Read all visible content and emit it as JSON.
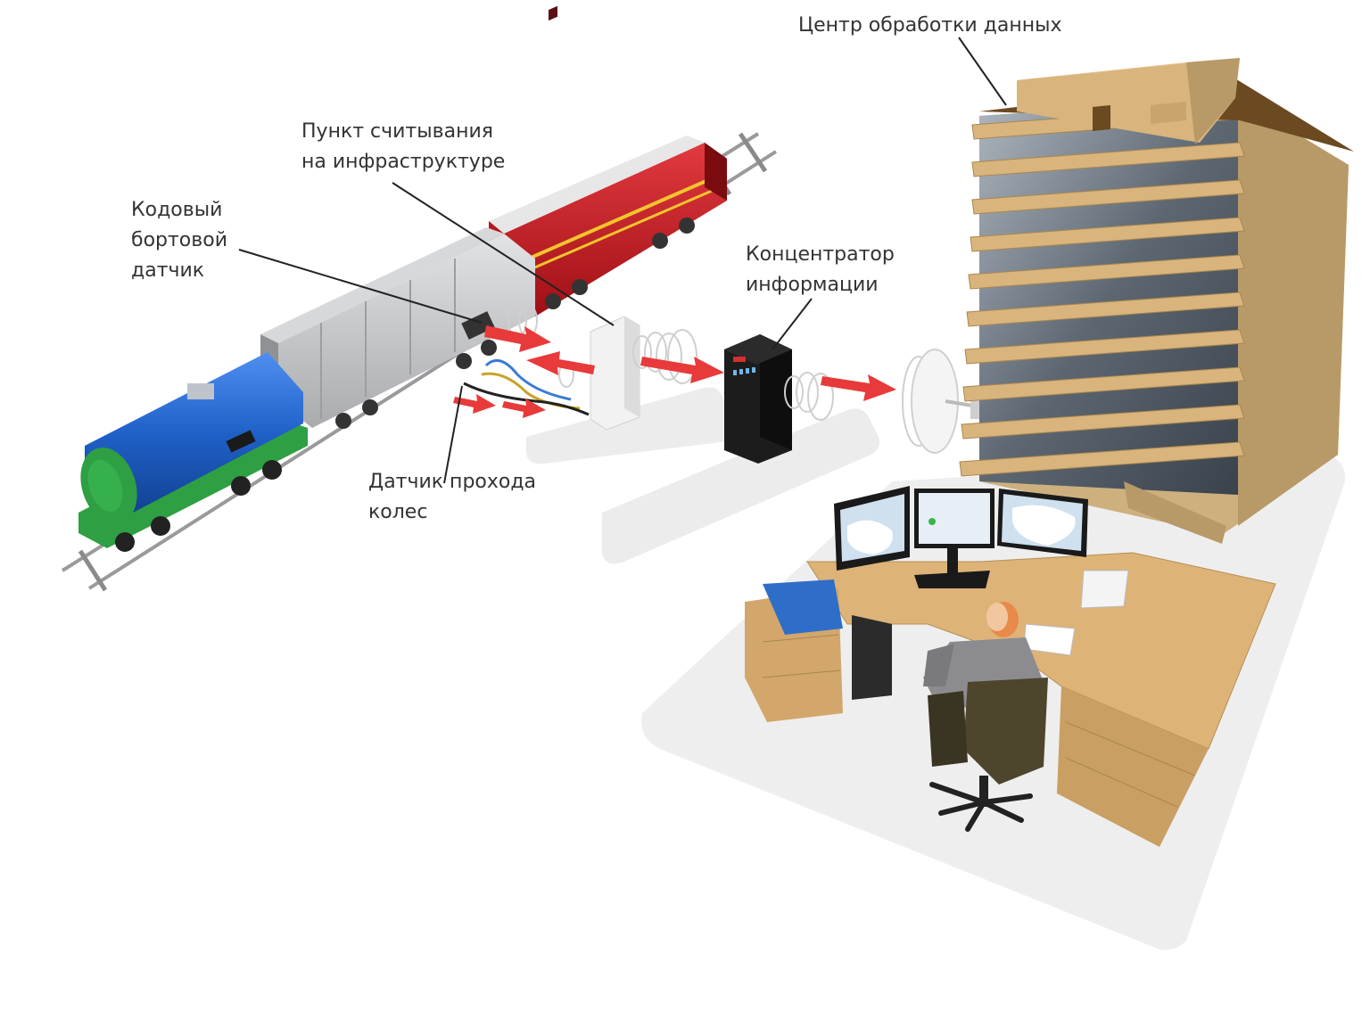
{
  "labels": {
    "data_center": [
      "Центр обработки данных"
    ],
    "reader_point": [
      "Пункт считывания",
      "на инфраструктуре"
    ],
    "onboard_tag": [
      "Кодовый",
      "бортовой",
      "датчик"
    ],
    "wheel_sensor": [
      "Датчик прохода",
      "колес"
    ],
    "concentrator": [
      "Концентратор",
      "информации"
    ]
  },
  "colors": {
    "tank_car": "#1e5fc6",
    "locomotive": "#c8161d",
    "boxcar": "#c4c6c8",
    "arrow": "#e83a3a",
    "building_wall": "#d9b47c",
    "desk": "#deb377",
    "platform": "#eeeeee"
  }
}
